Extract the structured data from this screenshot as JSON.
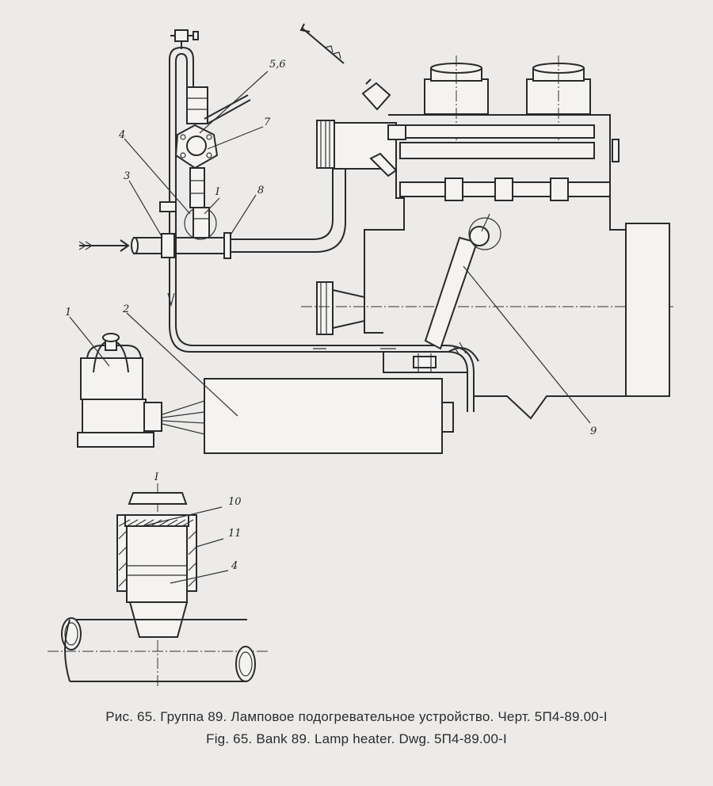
{
  "figure": {
    "caption_ru": "Рис. 65. Группа 89. Ламповое подогревательное устройство. Черт. 5П4-89.00-I",
    "caption_en": "Fig. 65. Bank 89. Lamp heater. Dwg. 5П4-89.00-I"
  },
  "callouts": {
    "c1": "1",
    "c2": "2",
    "c3": "3",
    "c4": "4",
    "c56": "5,6",
    "c7": "7",
    "c8": "8",
    "c9": "9",
    "cI": "I",
    "detail_I": "I",
    "c10": "10",
    "c11": "11",
    "c4b": "4"
  }
}
